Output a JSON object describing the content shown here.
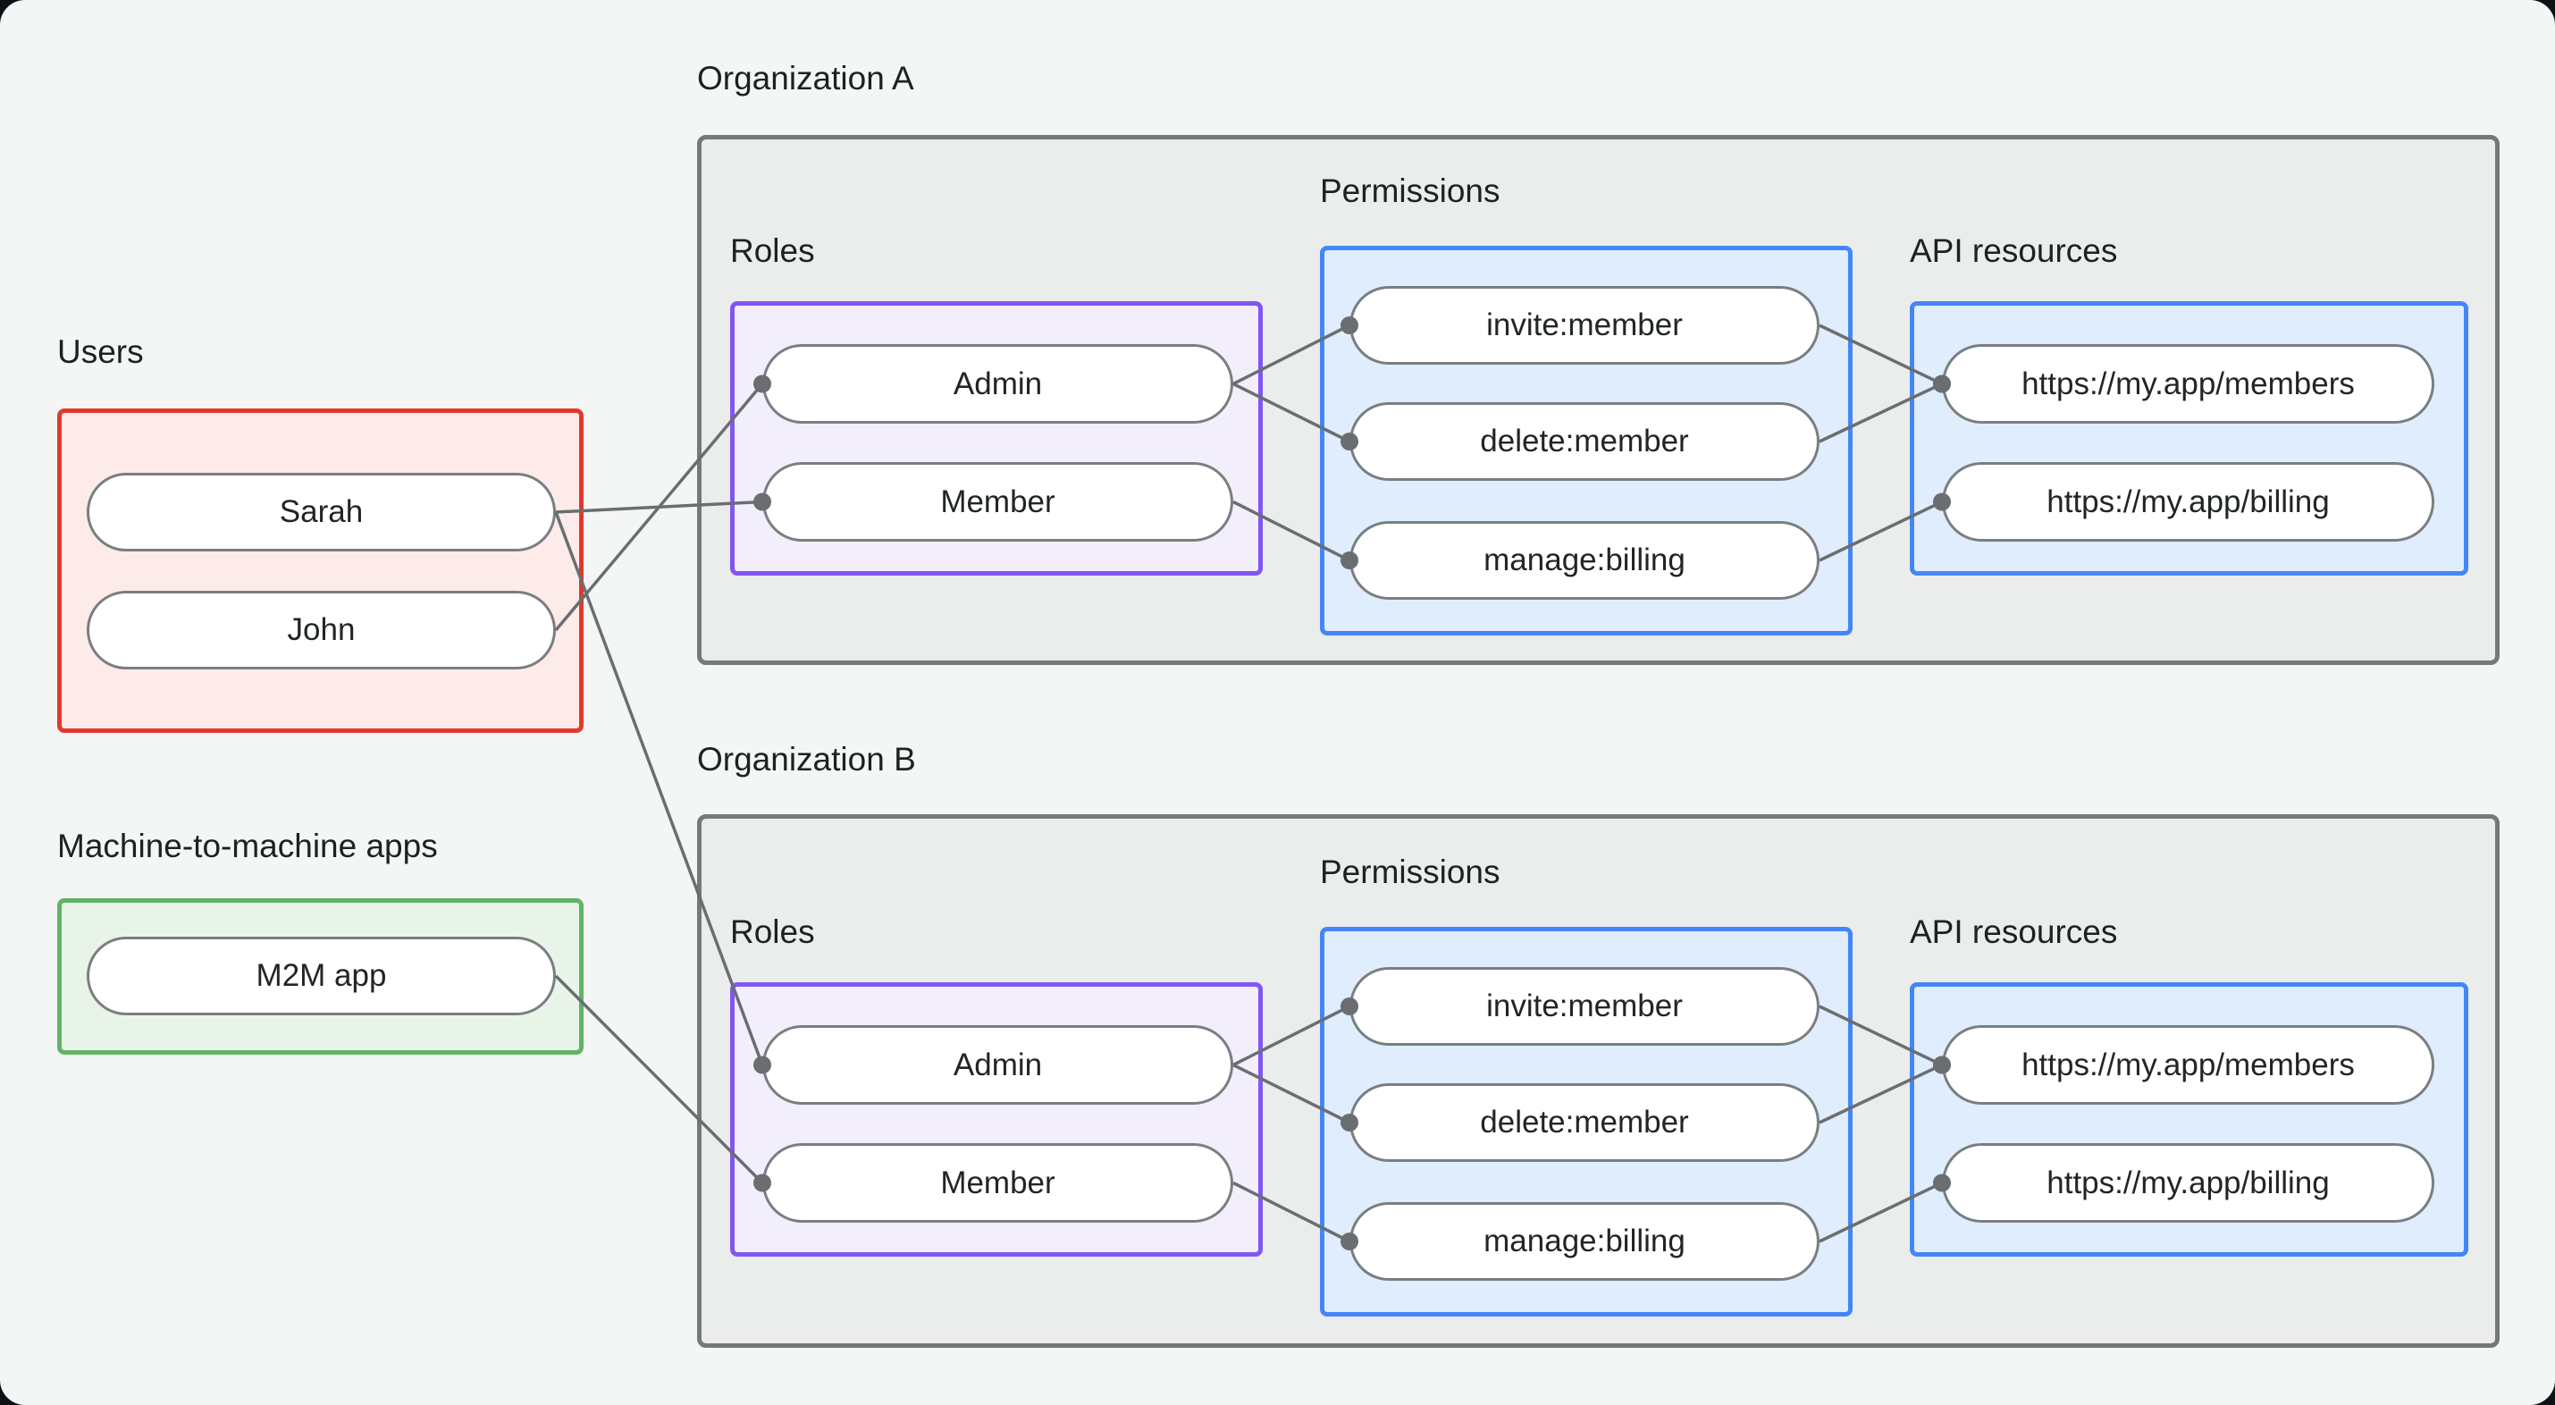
{
  "colors": {
    "page_bg": "#f4f6f5",
    "backdrop": "#0e1214",
    "org_fill": "#ebedec",
    "org_border": "#75797b",
    "users_fill": "#fcebe9",
    "users_border": "#e1392d",
    "m2m_fill": "#e9f4e9",
    "m2m_border": "#60b564",
    "roles_fill": "#f3eefb",
    "roles_border": "#8156f4",
    "permissions_fill": "#e0edfc",
    "permissions_border": "#4486f7",
    "pill_fill": "#ffffff",
    "pill_border": "#7a7e80",
    "edge_line": "#6a6e70",
    "text": "#1d2123"
  },
  "groups": {
    "users": {
      "label": "Users",
      "items": [
        "Sarah",
        "John"
      ]
    },
    "m2m": {
      "label": "Machine-to-machine apps",
      "items": [
        "M2M app"
      ]
    }
  },
  "orgs": [
    {
      "title": "Organization A",
      "roles_label": "Roles",
      "permissions_label": "Permissions",
      "api_label": "API resources",
      "roles": [
        "Admin",
        "Member"
      ],
      "permissions": [
        "invite:member",
        "delete:member",
        "manage:billing"
      ],
      "api_resources": [
        "https://my.app/members",
        "https://my.app/billing"
      ]
    },
    {
      "title": "Organization B",
      "roles_label": "Roles",
      "permissions_label": "Permissions",
      "api_label": "API resources",
      "roles": [
        "Admin",
        "Member"
      ],
      "permissions": [
        "invite:member",
        "delete:member",
        "manage:billing"
      ],
      "api_resources": [
        "https://my.app/members",
        "https://my.app/billing"
      ]
    }
  ],
  "connections": [
    {
      "from": "sarah",
      "to": "org0-member"
    },
    {
      "from": "john",
      "to": "org0-admin"
    },
    {
      "from": "sarah",
      "to": "org1-admin"
    },
    {
      "from": "m2m",
      "to": "org1-member"
    },
    {
      "from": "org0-admin",
      "to": "org0-perm0"
    },
    {
      "from": "org0-admin",
      "to": "org0-perm1"
    },
    {
      "from": "org0-member",
      "to": "org0-perm2"
    },
    {
      "from": "org0-perm0",
      "to": "org0-api0"
    },
    {
      "from": "org0-perm1",
      "to": "org0-api0"
    },
    {
      "from": "org0-perm2",
      "to": "org0-api1"
    },
    {
      "from": "org1-admin",
      "to": "org1-perm0"
    },
    {
      "from": "org1-admin",
      "to": "org1-perm1"
    },
    {
      "from": "org1-member",
      "to": "org1-perm2"
    },
    {
      "from": "org1-perm0",
      "to": "org1-api0"
    },
    {
      "from": "org1-perm1",
      "to": "org1-api0"
    },
    {
      "from": "org1-perm2",
      "to": "org1-api1"
    }
  ]
}
